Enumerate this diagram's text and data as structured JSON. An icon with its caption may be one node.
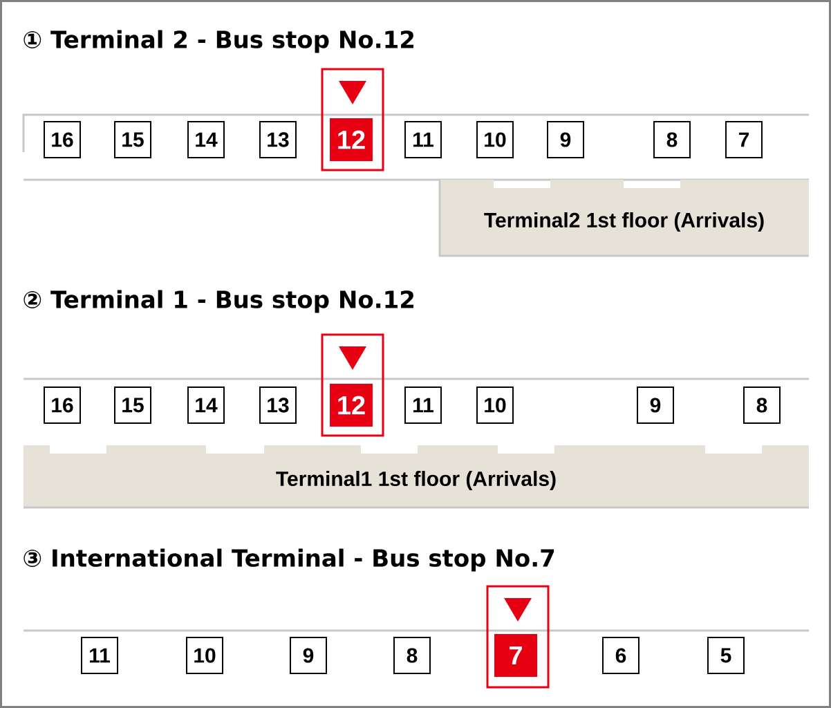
{
  "diagram": {
    "nodes": [
      {
        "text": [
          "16"
        ]
      },
      {
        "text": [
          "15"
        ]
      },
      {
        "text": [
          "14"
        ]
      },
      {
        "text": [
          "13"
        ]
      },
      {
        "text": [],
        "shape": "box"
      },
      {
        "text": [
          "12"
        ],
        "in": 4
      },
      {
        "text": [
          "11"
        ]
      },
      {
        "text": [
          "10"
        ]
      },
      {
        "text": [
          "9"
        ]
      },
      {
        "text": [
          "8"
        ]
      },
      {
        "text": [
          "7"
        ]
      },
      {
        "text": [
          "Terminal2 1st floor (Arrivals)"
        ]
      },
      {
        "text": [
          "16"
        ]
      },
      {
        "text": [
          "15"
        ]
      },
      {
        "text": [
          "14"
        ]
      },
      {
        "text": [
          "13"
        ]
      },
      {
        "text": [],
        "shape": "box"
      },
      {
        "text": [
          "12"
        ],
        "in": 16
      },
      {
        "text": [
          "11"
        ]
      },
      {
        "text": [
          "10"
        ]
      },
      {
        "text": [
          "9"
        ]
      },
      {
        "text": [
          "8"
        ]
      },
      {
        "text": [
          "Terminal1 1st floor (Arrivals)"
        ]
      },
      {
        "text": [
          "11"
        ]
      },
      {
        "text": [
          "10"
        ]
      },
      {
        "text": [
          "9"
        ]
      },
      {
        "text": [
          "8"
        ]
      },
      {
        "text": [],
        "shape": "box"
      },
      {
        "text": [
          "7"
        ],
        "in": 27
      },
      {
        "text": [
          "6"
        ]
      },
      {
        "text": [
          "5"
        ]
      }
    ],
    "labels": [
      "① Terminal 2 - Bus stop No.12",
      "② Terminal 1 - Bus stop No.12",
      "③ International Terminal - Bus stop No.7"
    ]
  }
}
